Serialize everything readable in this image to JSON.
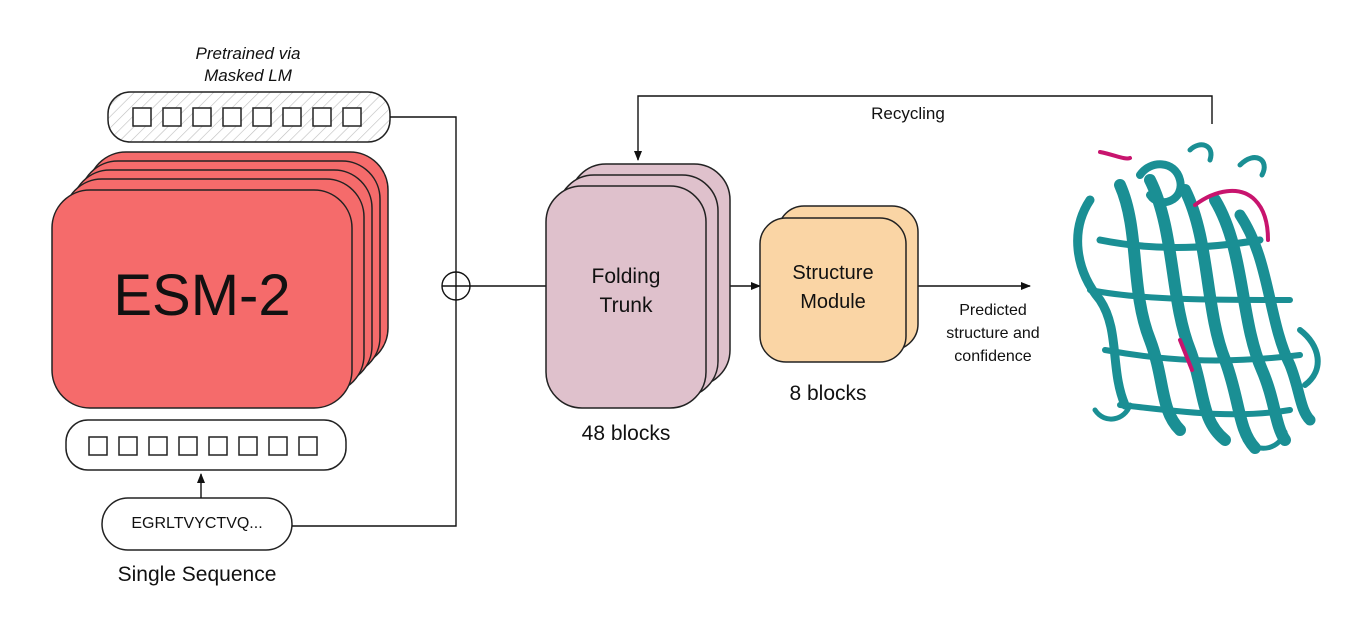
{
  "pretrained": {
    "line1": "Pretrained via",
    "line2": "Masked LM"
  },
  "esm": {
    "title": "ESM-2",
    "color": "#f56b6b"
  },
  "input": {
    "sequence": "EGRLTVYCTVQ...",
    "caption": "Single Sequence"
  },
  "trunk": {
    "line1": "Folding",
    "line2": "Trunk",
    "blocks": "48 blocks",
    "color": "#dfc1cc"
  },
  "structure": {
    "line1": "Structure",
    "line2": "Module",
    "blocks": "8 blocks",
    "color": "#fad5a5"
  },
  "output": {
    "line1": "Predicted",
    "line2": "structure and",
    "line3": "confidence"
  },
  "recycling": "Recycling",
  "protein": {
    "main_color": "#1a8f94",
    "accent_color": "#c8146e"
  }
}
